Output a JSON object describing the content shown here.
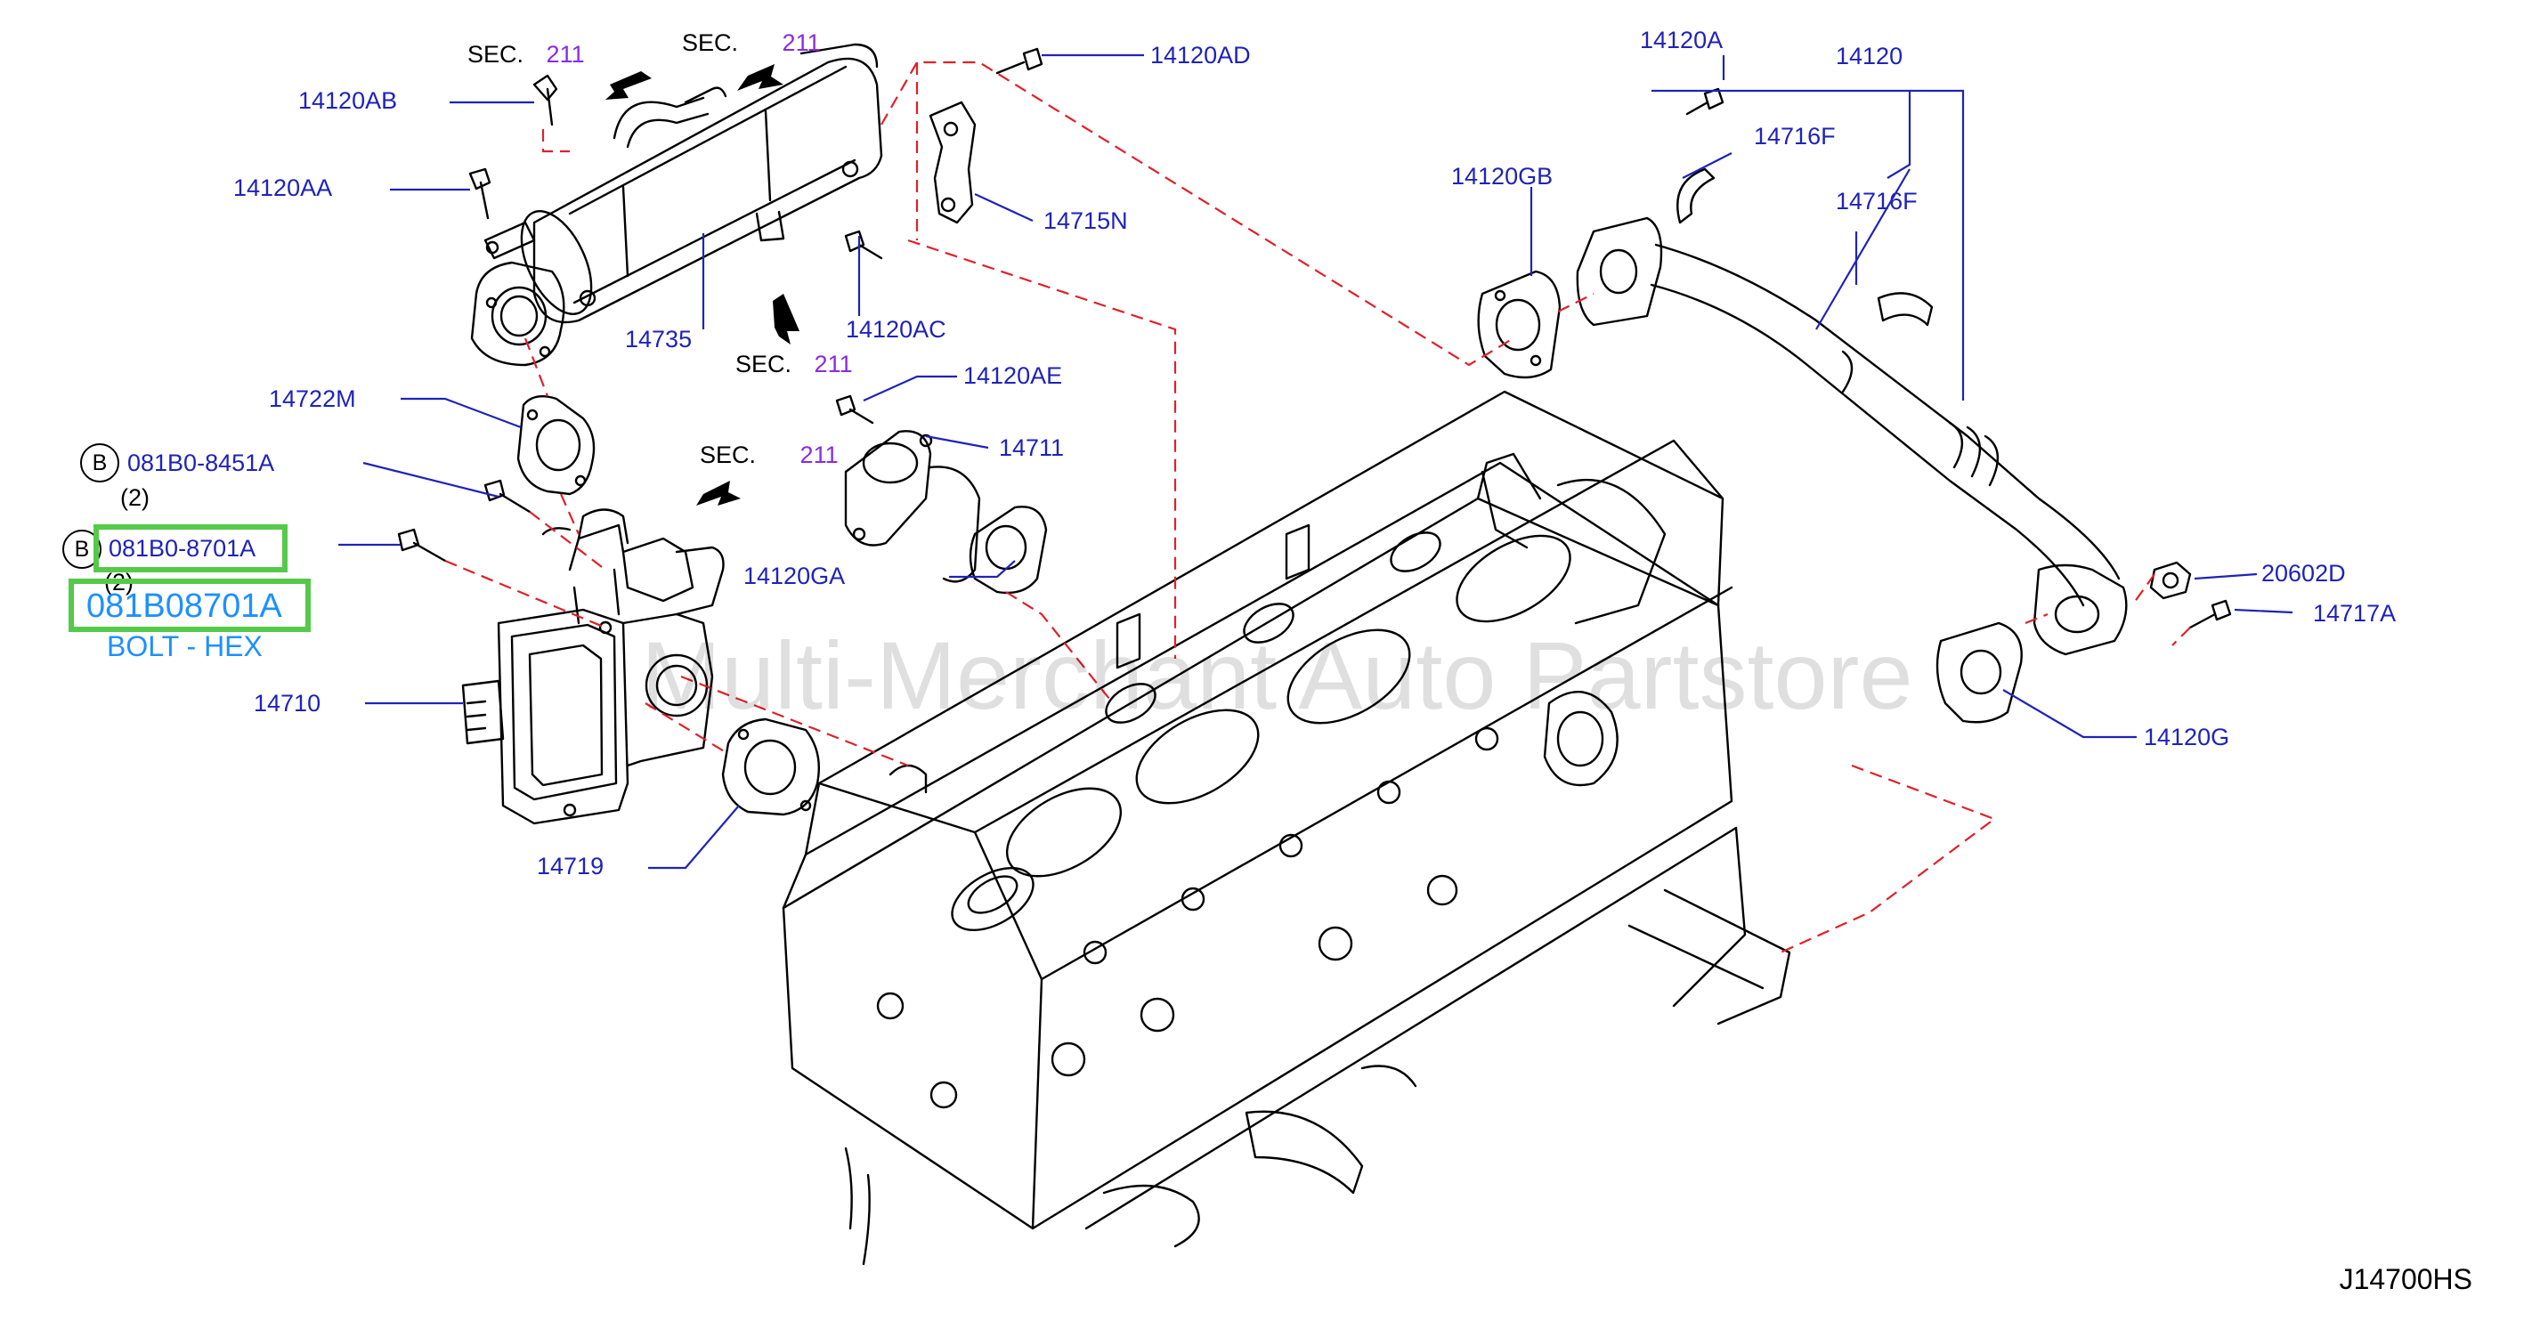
{
  "diagram": {
    "code": "J14700HS",
    "watermark": "Multi-Merchant Auto Partstore"
  },
  "sections": [
    {
      "prefix": "SEC.",
      "num": "211"
    },
    {
      "prefix": "SEC.",
      "num": "211"
    },
    {
      "prefix": "SEC.",
      "num": "211"
    },
    {
      "prefix": "SEC.",
      "num": "211"
    }
  ],
  "parts": {
    "p14120AB": "14120AB",
    "p14120AA": "14120AA",
    "p14735": "14735",
    "p14722M": "14722M",
    "p14120AD": "14120AD",
    "p14715N": "14715N",
    "p14120AC": "14120AC",
    "p14120AE": "14120AE",
    "p14711": "14711",
    "p14120GA": "14120GA",
    "p14710": "14710",
    "p14719": "14719",
    "p14120A": "14120A",
    "p14120": "14120",
    "p14716F_a": "14716F",
    "p14716F_b": "14716F",
    "p14120GB": "14120GB",
    "p20602D": "20602D",
    "p14717A": "14717A",
    "p14120G": "14120G"
  },
  "bolts": {
    "b1_marker": "B",
    "b1_part": "081B0-8451A",
    "b1_qty": "(2)",
    "b2_marker": "B",
    "b2_part": "081B0-8701A",
    "b2_qty": "(2)"
  },
  "highlight": {
    "part_number": "081B08701A",
    "description": "BOLT - HEX",
    "color": "#55c94a",
    "text_color": "#1e90ff"
  },
  "colors": {
    "label": "#1f23b8",
    "section_number": "#8a2be2",
    "leader_dashed": "#e0202a"
  }
}
